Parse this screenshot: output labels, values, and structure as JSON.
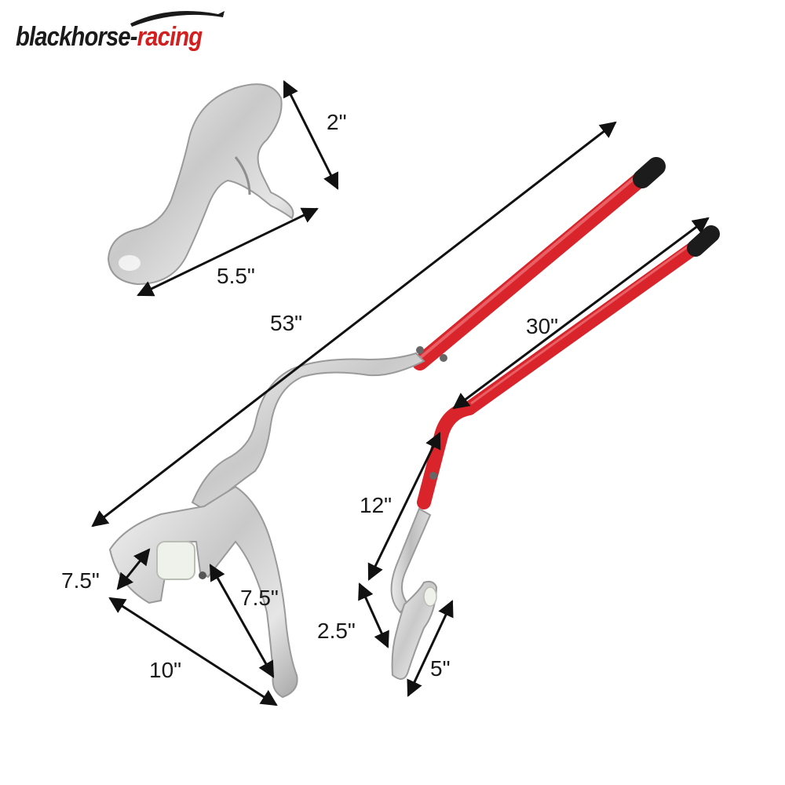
{
  "logo": {
    "brand_dark": "blackhorse-",
    "brand_red": "racing",
    "dark_color": "#1a1a1a",
    "red_color": "#d21f1f"
  },
  "tools": [
    {
      "name": "bead-breaker-head"
    },
    {
      "name": "tire-spoon-bar",
      "color": "#d8242a"
    },
    {
      "name": "bead-lever",
      "color": "#d8242a"
    }
  ],
  "dimensions": {
    "head_height": "2\"",
    "head_length": "5.5\"",
    "bar_length": "53\"",
    "lever_length": "30\"",
    "lever_neck": "12\"",
    "fork_left": "7.5\"",
    "fork_right": "7.5\"",
    "fork_width": "10\"",
    "lever_tip": "2.5\"",
    "lever_foot": "5\""
  }
}
